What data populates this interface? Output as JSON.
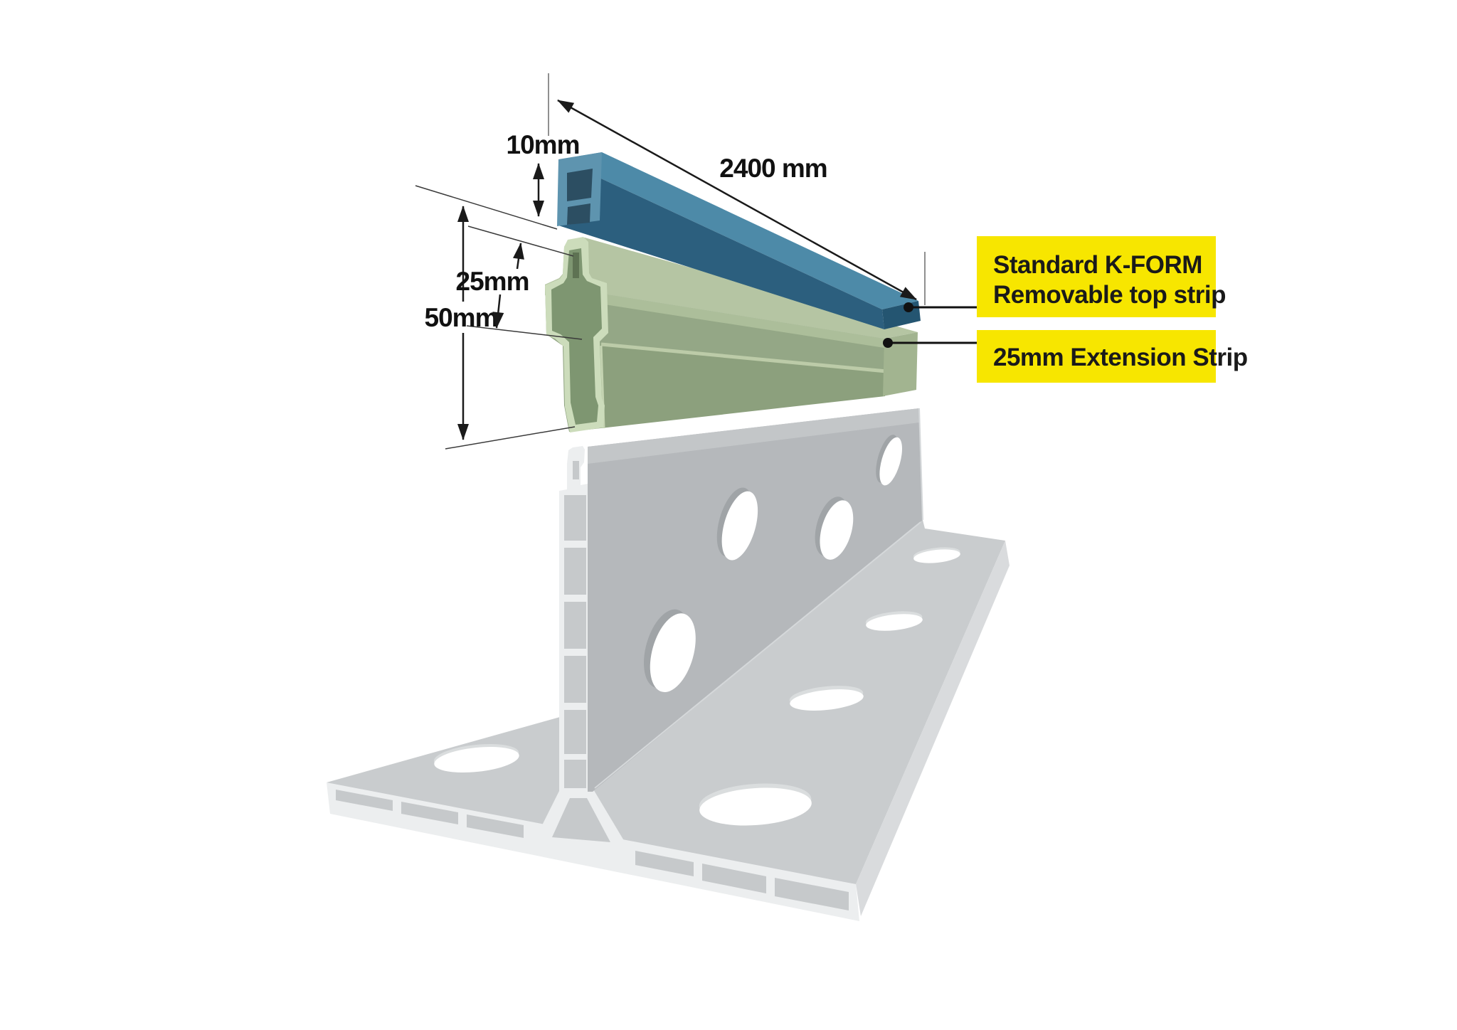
{
  "dimensions": {
    "top_strip_height": "10mm",
    "rail_length": "2400 mm",
    "extension_strip_height": "25mm",
    "combined_height": "50mm"
  },
  "callouts": {
    "top_strip": {
      "line1": "Standard K-FORM",
      "line2": "Removable top strip"
    },
    "extension_strip": {
      "text": "25mm Extension Strip"
    }
  },
  "colors": {
    "callout_bg": "#F7E600",
    "callout_text": "#1A1A1A",
    "top_strip_front": "#2C5F7E",
    "top_strip_top": "#4D8AA8",
    "top_strip_end": "#5E94AF",
    "top_strip_recess": "#2C4E62",
    "top_strip_cap": "#245571",
    "extension_front": "#94A786",
    "extension_front_lower": "#8CA07D",
    "extension_bevel": "#ACBE9A",
    "extension_top": "#B5C5A3",
    "extension_end": "#CCDCBB",
    "extension_end_inner": "#7E9671",
    "extension_slot": "#5E7253",
    "extension_right_end": "#A2B490",
    "rail_wall": "#B5B8BB",
    "rail_wall_band": "#C3C6C8",
    "rail_flange_top": "#C9CCCE",
    "rail_edge_light": "#ECEEEF",
    "rail_chamber": "#C6C9CB",
    "rail_end_face": "#D9DBDD",
    "hole_shade": "#A0A4A7",
    "flange_hole_shade": "#DADDDE"
  }
}
